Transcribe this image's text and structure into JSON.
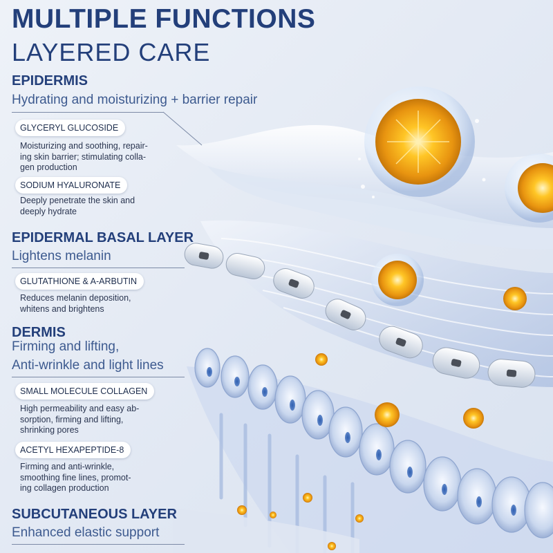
{
  "header": {
    "title": "MULTIPLE FUNCTIONS",
    "subtitle": "LAYERED CARE"
  },
  "layers": [
    {
      "title": "EPIDERMIS",
      "desc_lines": [
        "Hydrating and moisturizing + barrier repair"
      ],
      "ingredients": [
        {
          "name": "GLYCERYL GLUCOSIDE",
          "desc_lines": [
            "Moisturizing and soothing, repair-",
            "ing skin barrier; stimulating colla-",
            "gen production"
          ]
        },
        {
          "name": "SODIUM HYALURONATE",
          "desc_lines": [
            "Deeply penetrate the skin and",
            "deeply hydrate"
          ]
        }
      ]
    },
    {
      "title": "EPIDERMAL BASAL LAYER",
      "desc_lines": [
        "Lightens melanin"
      ],
      "ingredients": [
        {
          "name": "GLUTATHIONE & A-ARBUTIN",
          "desc_lines": [
            "Reduces melanin deposition,",
            "whitens and brightens"
          ]
        }
      ]
    },
    {
      "title": "DERMIS",
      "desc_lines": [
        "Firming and lifting,",
        "Anti-wrinkle and light lines"
      ],
      "ingredients": [
        {
          "name": "SMALL MOLECULE COLLAGEN",
          "desc_lines": [
            "High permeability and easy ab-",
            "sorption, firming and lifting,",
            "shrinking pores"
          ]
        },
        {
          "name": "ACETYL HEXAPEPTIDE-8",
          "desc_lines": [
            "Firming and anti-wrinkle,",
            "smoothing fine lines, promot-",
            "ing collagen production"
          ]
        }
      ]
    },
    {
      "title": "SUBCUTANEOUS LAYER",
      "desc_lines": [
        "Enhanced elastic support"
      ],
      "ingredients": []
    }
  ],
  "colors": {
    "heading": "#233f7a",
    "orb": "#f2a81d",
    "layer": "#bccbe4"
  }
}
